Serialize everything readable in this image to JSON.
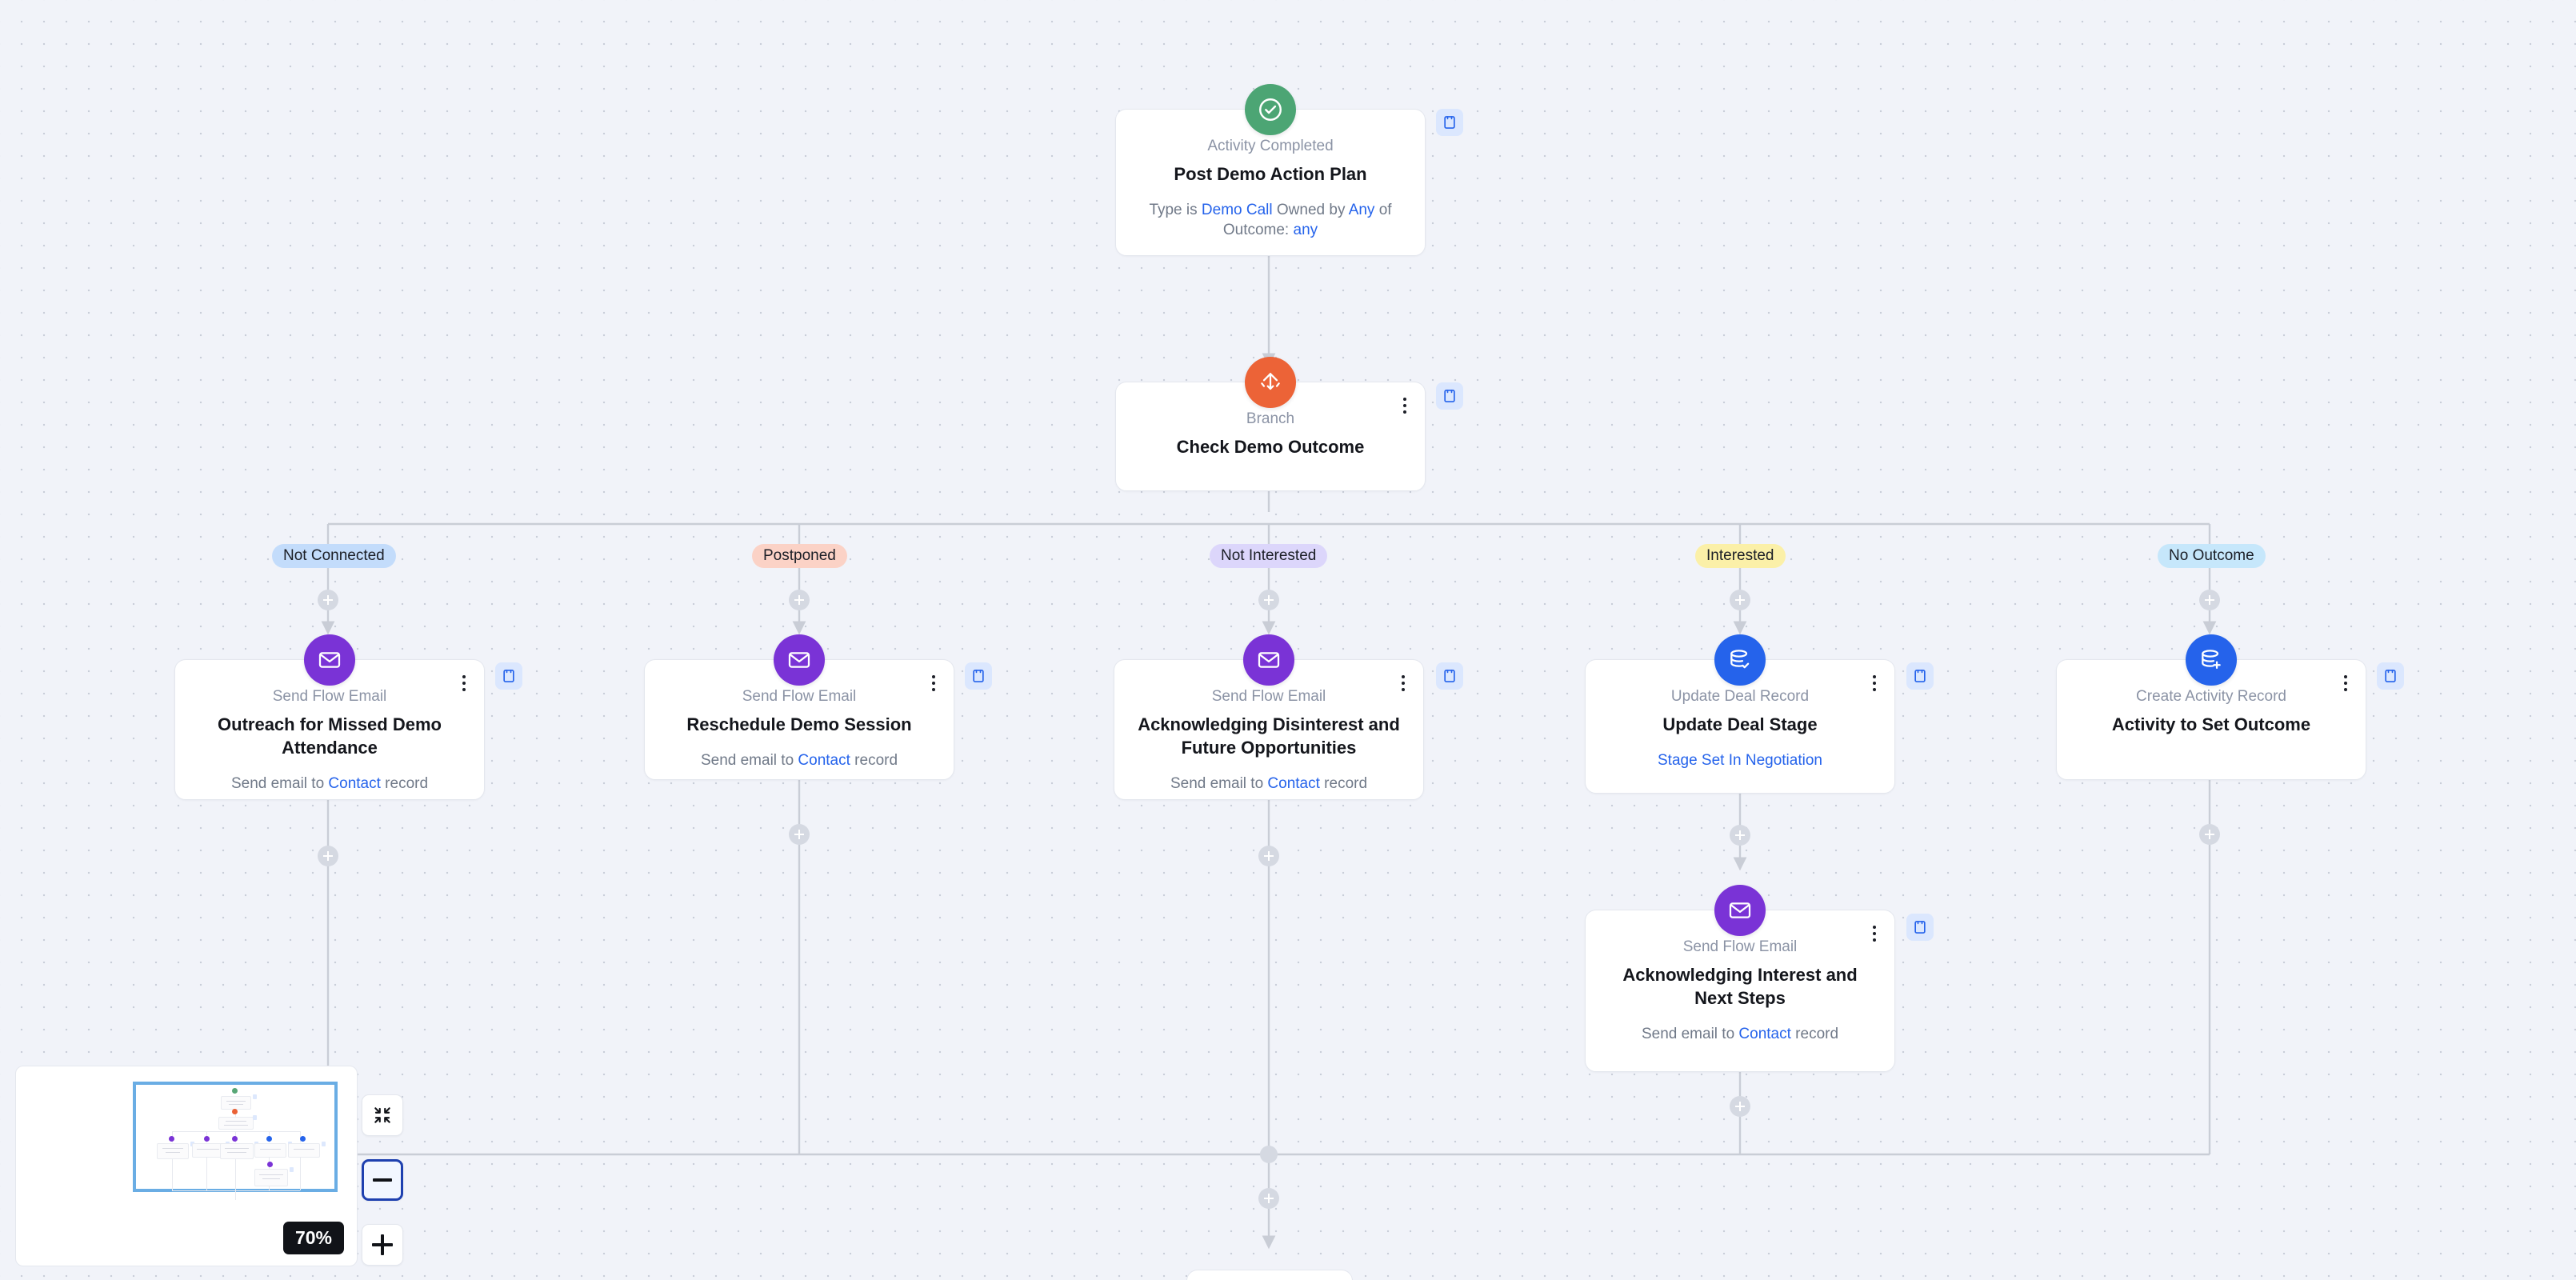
{
  "canvas": {
    "background_color": "#f1f3f9",
    "grid": "dot-grid"
  },
  "nodes": [
    {
      "id": "post-demo-action-plan",
      "kind": "Activity Completed",
      "title": "Post Demo Action Plan",
      "desc_parts": [
        "Type is ",
        "Demo Call",
        " Owned by ",
        "Any",
        " of Outcome: ",
        "any"
      ],
      "icon": "check-circle-icon",
      "icon_color": "#4ca574",
      "has_kebab": false,
      "has_note_chip": true
    },
    {
      "id": "check-demo-outcome",
      "kind": "Branch",
      "title": "Check Demo Outcome",
      "icon": "branch-split-icon",
      "icon_color": "#ec6337",
      "has_kebab": true,
      "has_note_chip": true
    },
    {
      "id": "outreach-missed-demo",
      "kind": "Send Flow Email",
      "title": "Outreach for Missed Demo Attendance",
      "desc_parts": [
        "Send email to ",
        "Contact",
        " record"
      ],
      "icon": "envelope-icon",
      "icon_color": "#7a33d6",
      "has_kebab": true,
      "has_note_chip": true
    },
    {
      "id": "reschedule-demo-session",
      "kind": "Send Flow Email",
      "title": "Reschedule Demo Session",
      "desc_parts": [
        "Send email to ",
        "Contact",
        " record"
      ],
      "icon": "envelope-icon",
      "icon_color": "#7a33d6",
      "has_kebab": true,
      "has_note_chip": true
    },
    {
      "id": "acknowledging-disinterest",
      "kind": "Send Flow Email",
      "title": "Acknowledging Disinterest and Future Opportunities",
      "desc_parts": [
        "Send email to ",
        "Contact",
        " record"
      ],
      "icon": "envelope-icon",
      "icon_color": "#7a33d6",
      "has_kebab": true,
      "has_note_chip": true
    },
    {
      "id": "update-deal-stage",
      "kind": "Update Deal Record",
      "title": "Update Deal Stage",
      "desc_link": "Stage Set In Negotiation",
      "icon": "database-check-icon",
      "icon_color": "#2563eb",
      "has_kebab": true,
      "has_note_chip": true
    },
    {
      "id": "activity-to-set-outcome",
      "kind": "Create Activity Record",
      "title": "Activity to Set Outcome",
      "icon": "database-plus-icon",
      "icon_color": "#2563eb",
      "has_kebab": true,
      "has_note_chip": true
    },
    {
      "id": "acknowledging-interest",
      "kind": "Send Flow Email",
      "title": "Acknowledging Interest and Next Steps",
      "desc_parts": [
        "Send email to ",
        "Contact",
        " record"
      ],
      "icon": "envelope-icon",
      "icon_color": "#7a33d6",
      "has_kebab": true,
      "has_note_chip": true
    }
  ],
  "branch_labels": [
    {
      "text": "Not Connected",
      "bg": "#c3dcfb",
      "fg": "#1b1e26"
    },
    {
      "text": "Postponed",
      "bg": "#fbd2c6",
      "fg": "#1b1e26"
    },
    {
      "text": "Not Interested",
      "bg": "#dcd6fb",
      "fg": "#1b1e26"
    },
    {
      "text": "Interested",
      "bg": "#fbf0a8",
      "fg": "#1b1e26"
    },
    {
      "text": "No Outcome",
      "bg": "#c6e7fb",
      "fg": "#1b1e26"
    }
  ],
  "minimap": {
    "zoom_label": "70%",
    "viewport_border_color": "#6aade4"
  },
  "zoom_controls": {
    "fit_label": "fit-to-screen",
    "zoom_out_label": "zoom-out",
    "zoom_in_label": "zoom-in"
  }
}
